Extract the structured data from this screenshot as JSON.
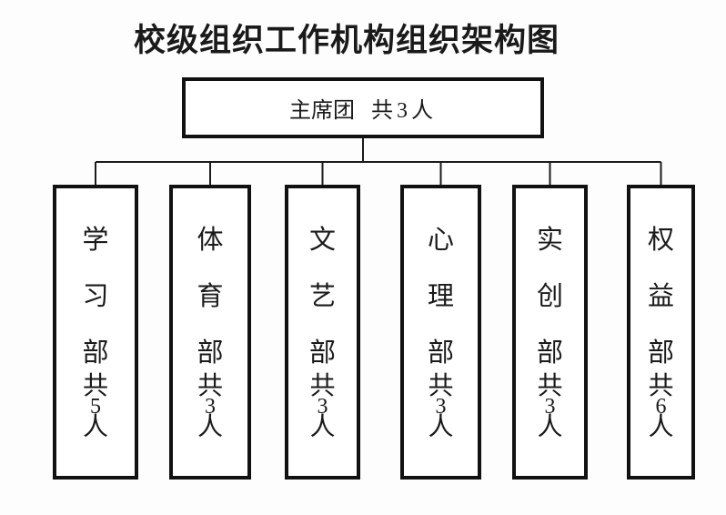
{
  "title": "校级组织工作机构组织架构图",
  "org": {
    "root": {
      "name": "主席团",
      "count": "共3人"
    },
    "departments": [
      {
        "name": "学习部",
        "count": "共5人"
      },
      {
        "name": "体育部",
        "count": "共3人"
      },
      {
        "name": "文艺部",
        "count": "共3人"
      },
      {
        "name": "心理部",
        "count": "共3人"
      },
      {
        "name": "实创部",
        "count": "共3人"
      },
      {
        "name": "权益部",
        "count": "共6人"
      }
    ]
  },
  "colors": {
    "background": "#fdfdfd",
    "box_border": "#111111",
    "connector_line": "#1b1b1b",
    "text": "#1a1a1a"
  }
}
